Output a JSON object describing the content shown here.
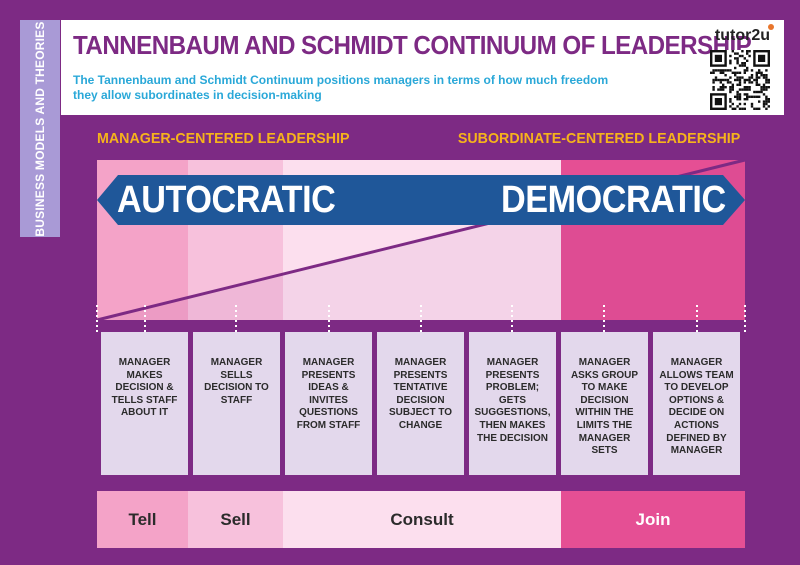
{
  "side_tab": "BUSINESS MODELS AND THEORIES",
  "header": {
    "title": "TANNENBAUM AND SCHMIDT CONTINUUM OF LEADERSHIP",
    "subtitle": "The Tannenbaum and Schmidt Continuum positions managers in terms of how much freedom they allow subordinates in decision-making",
    "brand": "tutor2u"
  },
  "labels": {
    "manager_centered": "MANAGER-CENTERED LEADERSHIP",
    "subordinate_centered": "SUBORDINATE-CENTERED LEADERSHIP"
  },
  "arrow": {
    "left": "AUTOCRATIC",
    "right": "DEMOCRATIC"
  },
  "behaviours": [
    "MANAGER MAKES DECISION & TELLS STAFF ABOUT IT",
    "MANAGER SELLS DECISION TO STAFF",
    "MANAGER PRESENTS IDEAS & INVITES QUESTIONS FROM STAFF",
    "MANAGER PRESENTS TENTATIVE DECISION SUBJECT TO CHANGE",
    "MANAGER PRESENTS PROBLEM; GETS SUGGESTIONS, THEN MAKES THE DECISION",
    "MANAGER ASKS GROUP TO MAKE DECISION WITHIN THE LIMITS THE MANAGER SETS",
    "MANAGER ALLOWS TEAM TO DEVELOP OPTIONS & DECIDE ON ACTIONS DEFINED BY MANAGER"
  ],
  "stages": [
    {
      "label": "Tell",
      "bg": "#f4a3c8",
      "fg": "#2b2b2b"
    },
    {
      "label": "Sell",
      "bg": "#f7c1dc",
      "fg": "#2b2b2b"
    },
    {
      "label": "Consult",
      "bg": "#fcdfee",
      "fg": "#2b2b2b"
    },
    {
      "label": "Join",
      "bg": "#e54f94",
      "fg": "#ffffff"
    }
  ],
  "colors": {
    "background": "#7d2a84",
    "title": "#7d2a84",
    "subtitle": "#2aa8d8",
    "highlight": "#f6b31b",
    "arrow": "#1f5799",
    "tell_zone": "#f4a3c8",
    "sell_zone": "#f7c1dc",
    "consult_zone": "#fcdfee",
    "join_zone": "#e54f94"
  }
}
